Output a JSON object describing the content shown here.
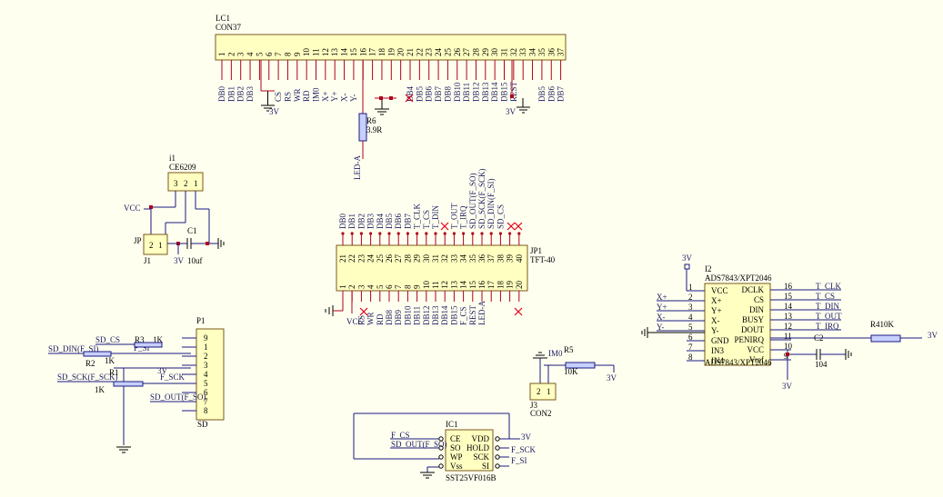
{
  "lc1": {
    "ref": "LC1",
    "part": "CON37",
    "pins": [
      "1",
      "2",
      "3",
      "4",
      "5",
      "6",
      "7",
      "8",
      "9",
      "10",
      "11",
      "12",
      "13",
      "14",
      "15",
      "16",
      "17",
      "18",
      "19",
      "20",
      "21",
      "22",
      "23",
      "24",
      "25",
      "26",
      "27",
      "28",
      "29",
      "30",
      "31",
      "32",
      "33",
      "34",
      "35",
      "36",
      "37"
    ],
    "signals_a": [
      "DB0",
      "DB1",
      "DB2",
      "DB3"
    ],
    "signals_b": [
      "CS",
      "RS",
      "WR",
      "RD",
      "IM0",
      "X+",
      "Y+",
      "X-",
      "Y-"
    ],
    "signals_c": [
      "DB4",
      "DB5",
      "DB6",
      "DB7",
      "DB8",
      "DB10",
      "DB11",
      "DB12",
      "DB13",
      "DB14",
      "DB15",
      "REST"
    ],
    "signals_d": [
      "DB5",
      "DB6",
      "DB7"
    ],
    "gnd_3v": "3V"
  },
  "r6": {
    "ref": "R6",
    "value": "3.9R",
    "net": "LED-A"
  },
  "u1": {
    "ref": "i1",
    "part": "CE6209",
    "pins": [
      "3",
      "2",
      "1"
    ]
  },
  "vcc_label": "VCC",
  "c1": {
    "ref": "C1",
    "value": "10uf"
  },
  "jp": {
    "ref": "JP",
    "name": "J1",
    "pins": [
      "2",
      "1"
    ],
    "label_3v": "3V"
  },
  "jp1": {
    "ref": "JP1",
    "part": "TFT-40",
    "top_pins": [
      "21",
      "22",
      "23",
      "24",
      "25",
      "26",
      "27",
      "28",
      "29",
      "30",
      "31",
      "32",
      "33",
      "34",
      "35",
      "36",
      "37",
      "38",
      "39",
      "40"
    ],
    "bottom_pins": [
      "1",
      "2",
      "3",
      "4",
      "5",
      "6",
      "7",
      "8",
      "9",
      "10",
      "11",
      "12",
      "13",
      "14",
      "15",
      "16",
      "17",
      "18",
      "19",
      "20"
    ],
    "top_signals": [
      "DB0",
      "DB1",
      "DB2",
      "DB3",
      "DB4",
      "DB5",
      "DB6",
      "DB7",
      "T_CLK",
      "T_CS",
      "T_DIN",
      "",
      "T_OUT",
      "T_IRQ",
      "SD_OUT(F_SO)",
      "SD_SCK(F_SCK)",
      "SD_DIN(F_SI)",
      "SD_CS"
    ],
    "bottom_signals": [
      "RS",
      "WR",
      "RD",
      "DB8",
      "DB9",
      "DB10",
      "DB11",
      "DB12",
      "DB13",
      "DB14",
      "DB15",
      "F_CS",
      "REST",
      "LED-A"
    ],
    "vcc": "VCC"
  },
  "p1": {
    "ref": "P1",
    "name": "SD",
    "pins": [
      "9",
      "1",
      "2",
      "3",
      "4",
      "5",
      "6",
      "7",
      "8"
    ],
    "nets": [
      "SD_CS",
      "SD_DIN(F_SI)",
      "SD_SCK(F_SCK)",
      "SD_OUT(F_SO)",
      "F_SI",
      "F_SCK",
      "3V"
    ]
  },
  "r3": {
    "ref": "R3",
    "value": "1K"
  },
  "r2": {
    "ref": "R2",
    "value": "1K"
  },
  "r1": {
    "ref": "R1",
    "value": "1K"
  },
  "i2": {
    "ref": "I2",
    "part": "ADS7843/XPT2046",
    "left_pins": [
      "1",
      "2",
      "3",
      "4",
      "5",
      "6",
      "7",
      "8"
    ],
    "left_names": [
      "VCC",
      "X+",
      "Y+",
      "X-",
      "Y-",
      "GND",
      "IN3",
      "IN4"
    ],
    "left_nets": [
      "X+",
      "Y+",
      "X-",
      "Y-"
    ],
    "right_pins": [
      "16",
      "15",
      "14",
      "13",
      "12",
      "11",
      "10",
      "9"
    ],
    "right_names": [
      "DCLK",
      "CS",
      "DIN",
      "BUSY",
      "DOUT",
      "PENIRQ",
      "VCC",
      "Vref"
    ],
    "right_nets": [
      "T_CLK",
      "T_CS",
      "T_DIN",
      "T_OUT",
      "T_IRQ"
    ],
    "label_3v": "3V"
  },
  "r4": {
    "ref": "R4",
    "value": "10K",
    "net": "3V"
  },
  "c2": {
    "ref": "C2",
    "value": "104"
  },
  "gnd_3v_bottom": "3V",
  "r5": {
    "ref": "R5",
    "value": "10K",
    "net": "IM0",
    "supply": "3V"
  },
  "j3": {
    "ref": "J3",
    "part": "CON2",
    "pins": [
      "2",
      "1"
    ]
  },
  "ic1": {
    "ref": "IC1",
    "part": "SST25VF016B",
    "left_names": [
      "CE",
      "SO",
      "WP",
      "Vss"
    ],
    "right_names": [
      "VDD",
      "HOLD",
      "SCK",
      "SI"
    ],
    "left_nets": [
      "F_CS",
      "SD_OUT(F_SO)"
    ],
    "right_nets": [
      "3V",
      "F_SCK",
      "F_SI"
    ]
  }
}
